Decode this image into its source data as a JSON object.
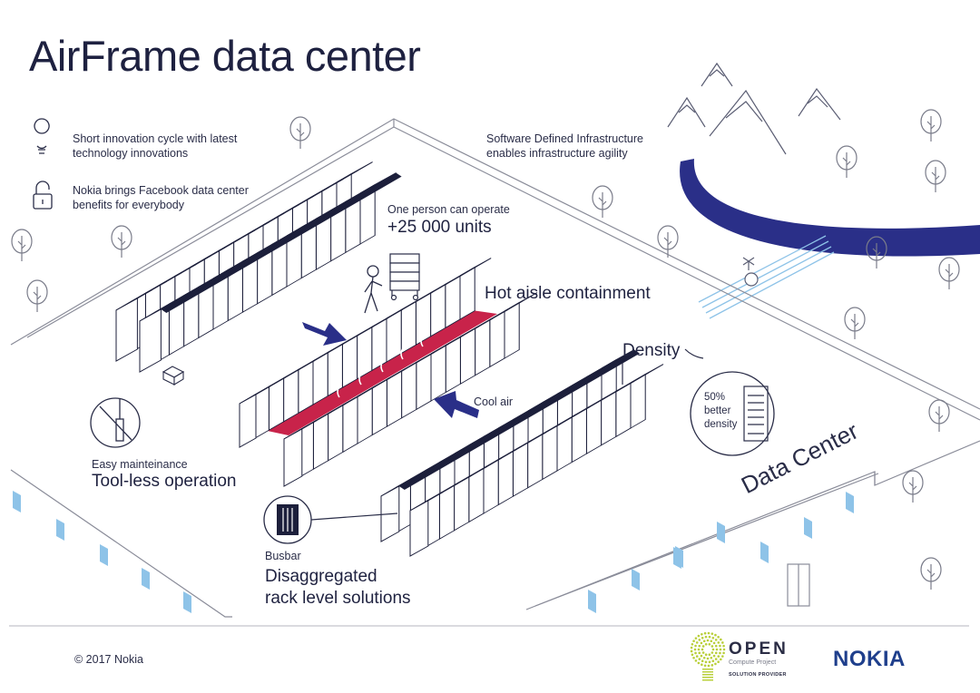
{
  "title": "AirFrame data center",
  "benefits": [
    {
      "icon": "lightbulb-icon",
      "text": [
        "Short innovation cycle with latest",
        "technology innovations"
      ]
    },
    {
      "icon": "padlock-icon",
      "text": [
        "Nokia brings Facebook data center",
        "benefits for everybody"
      ]
    }
  ],
  "sdi": [
    "Software Defined Infrastructure",
    "enables infrastructure agility"
  ],
  "operate": {
    "small": "One person can operate",
    "big": "+25 000 units"
  },
  "hot_aisle": "Hot aisle containment",
  "cool_air": "Cool air",
  "density": {
    "label": "Density",
    "badge": [
      "50%",
      "better",
      "density"
    ]
  },
  "maintenance": {
    "small": "Easy mainteinance",
    "big": "Tool-less operation"
  },
  "busbar": {
    "small": "Busbar",
    "big": [
      "Disaggregated",
      "rack level solutions"
    ]
  },
  "building_label": "Data Center",
  "footer": "© 2017 Nokia",
  "ocp": {
    "open": "OPEN",
    "sub": "Compute Project",
    "provider": "SOLUTION PROVIDER"
  },
  "nokia_logo": "NOKIA",
  "colors": {
    "navy": "#1c1f3b",
    "hot": "#c8234a",
    "blue": "#2a2f88",
    "window": "#8ec3e8",
    "ocp_green": "#b9cf3a"
  }
}
